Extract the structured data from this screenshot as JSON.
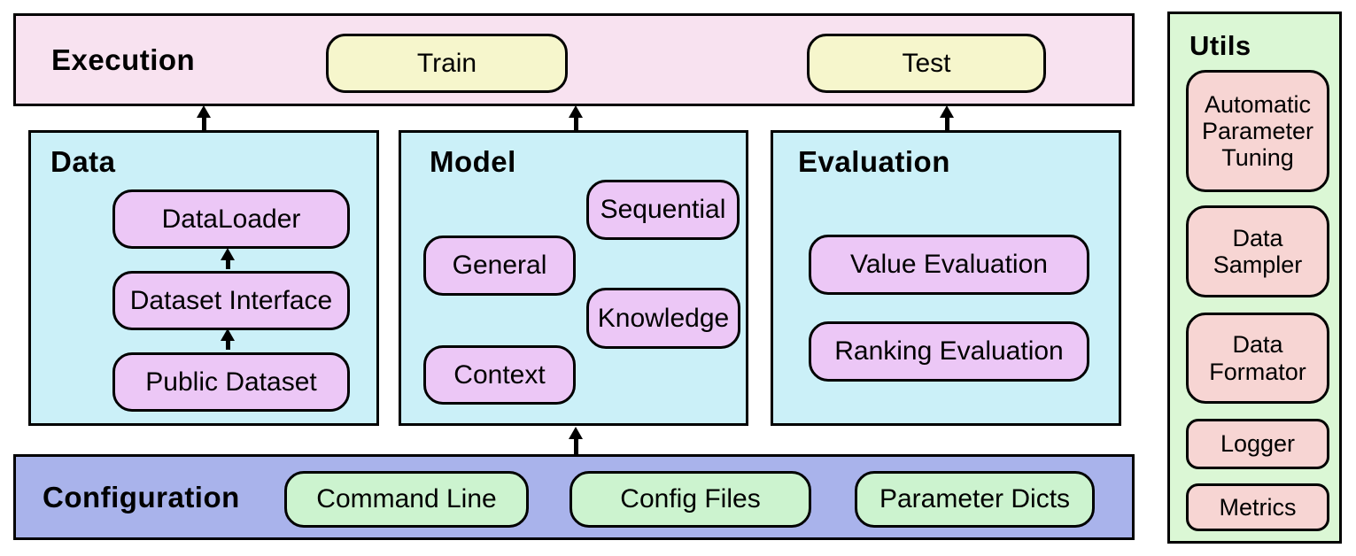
{
  "colors": {
    "pink_bg": "#f8e2f0",
    "yellow_bg": "#f6f6cc",
    "cyan_bg": "#cbf0f8",
    "purple_bg": "#ecc7f6",
    "lavender_bg": "#a9b3eb",
    "green_pill_bg": "#ccf3cf",
    "utils_bg": "#dbf7d5",
    "salmon_bg": "#f7d5d3",
    "ink": "#000000"
  },
  "execution": {
    "title": "Execution",
    "train": "Train",
    "test": "Test"
  },
  "data_panel": {
    "title": "Data",
    "dataloader": "DataLoader",
    "dataset_interface": "Dataset Interface",
    "public_dataset": "Public Dataset"
  },
  "model_panel": {
    "title": "Model",
    "sequential": "Sequential",
    "general": "General",
    "knowledge": "Knowledge",
    "context": "Context"
  },
  "evaluation_panel": {
    "title": "Evaluation",
    "value_evaluation": "Value Evaluation",
    "ranking_evaluation": "Ranking Evaluation"
  },
  "configuration": {
    "title": "Configuration",
    "command_line": "Command Line",
    "config_files": "Config Files",
    "parameter_dicts": "Parameter Dicts"
  },
  "utils": {
    "title": "Utils",
    "auto_parameter_tuning": "Automatic Parameter Tuning",
    "data_sampler": "Data Sampler",
    "data_formator": "Data Formator",
    "logger": "Logger",
    "metrics": "Metrics"
  }
}
